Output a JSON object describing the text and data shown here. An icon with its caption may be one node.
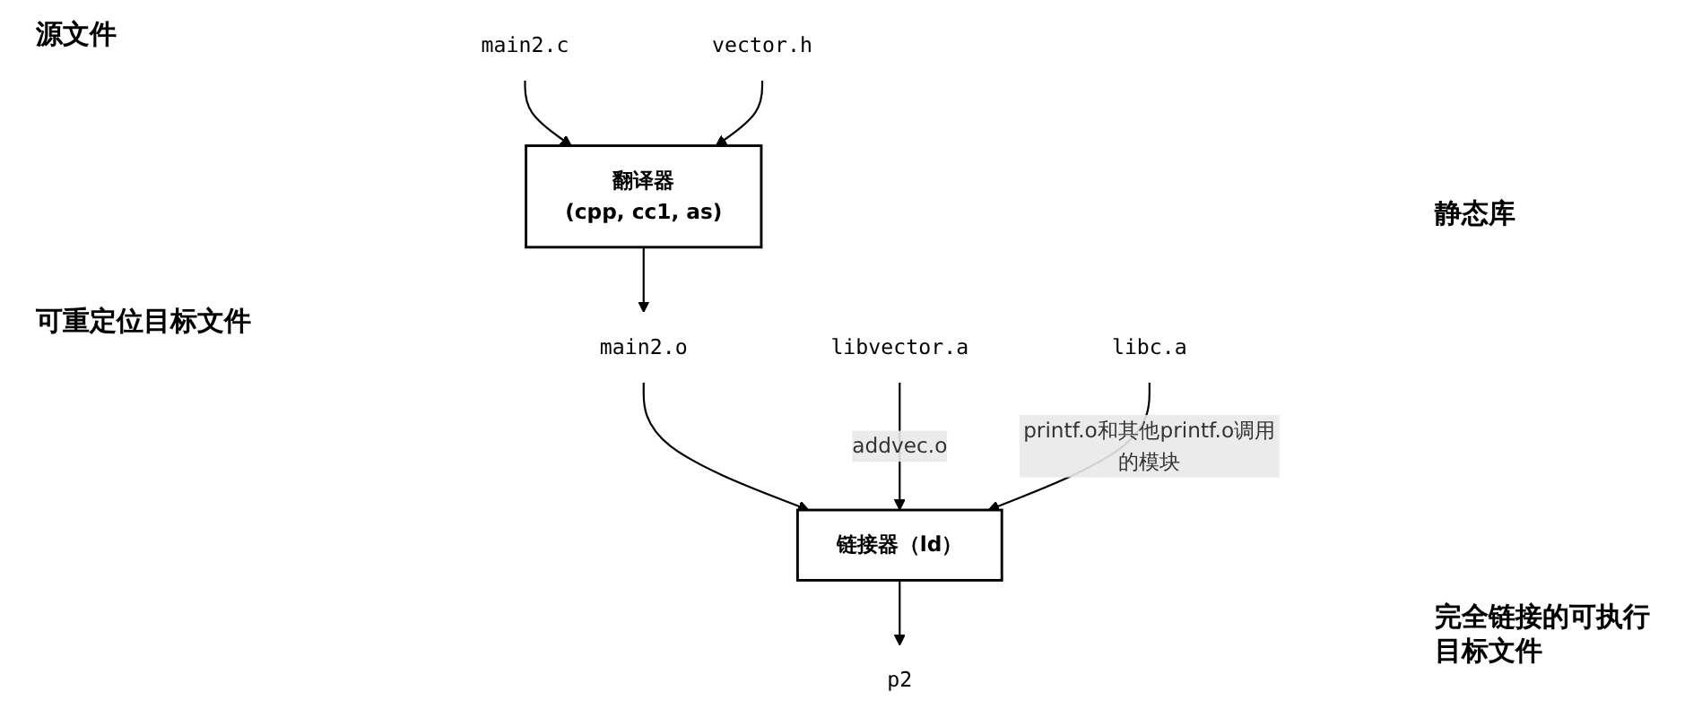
{
  "diagram": {
    "nodes": [
      {
        "text": [
          "main2.c"
        ]
      },
      {
        "text": [
          "vector.h"
        ]
      },
      {
        "text": [
          "翻译器",
          "(cpp, cc1, as)"
        ]
      },
      {
        "text": [
          "main2.o"
        ]
      },
      {
        "text": [
          "libvector.a"
        ]
      },
      {
        "text": [
          "libc.a"
        ]
      },
      {
        "text": [
          "链接器（ld）"
        ]
      },
      {
        "text": [
          "p2"
        ]
      }
    ],
    "edges": [
      {
        "from": 0,
        "to": 2,
        "arrow": "to"
      },
      {
        "from": 1,
        "to": 2,
        "arrow": "to"
      },
      {
        "from": 2,
        "to": 3,
        "arrow": "to"
      },
      {
        "from": 3,
        "to": 6,
        "arrow": "to"
      },
      {
        "from": 4,
        "to": 6,
        "arrow": "to",
        "label": "addvec.o"
      },
      {
        "from": 5,
        "to": 6,
        "arrow": "to",
        "label": "printf.o和其他printf.o调用的模块"
      },
      {
        "from": 6,
        "to": 7,
        "arrow": "to"
      }
    ],
    "labels": [
      "源文件",
      "静态库",
      "可重定位目标文件",
      "完全链接的可执行目标文件"
    ]
  }
}
